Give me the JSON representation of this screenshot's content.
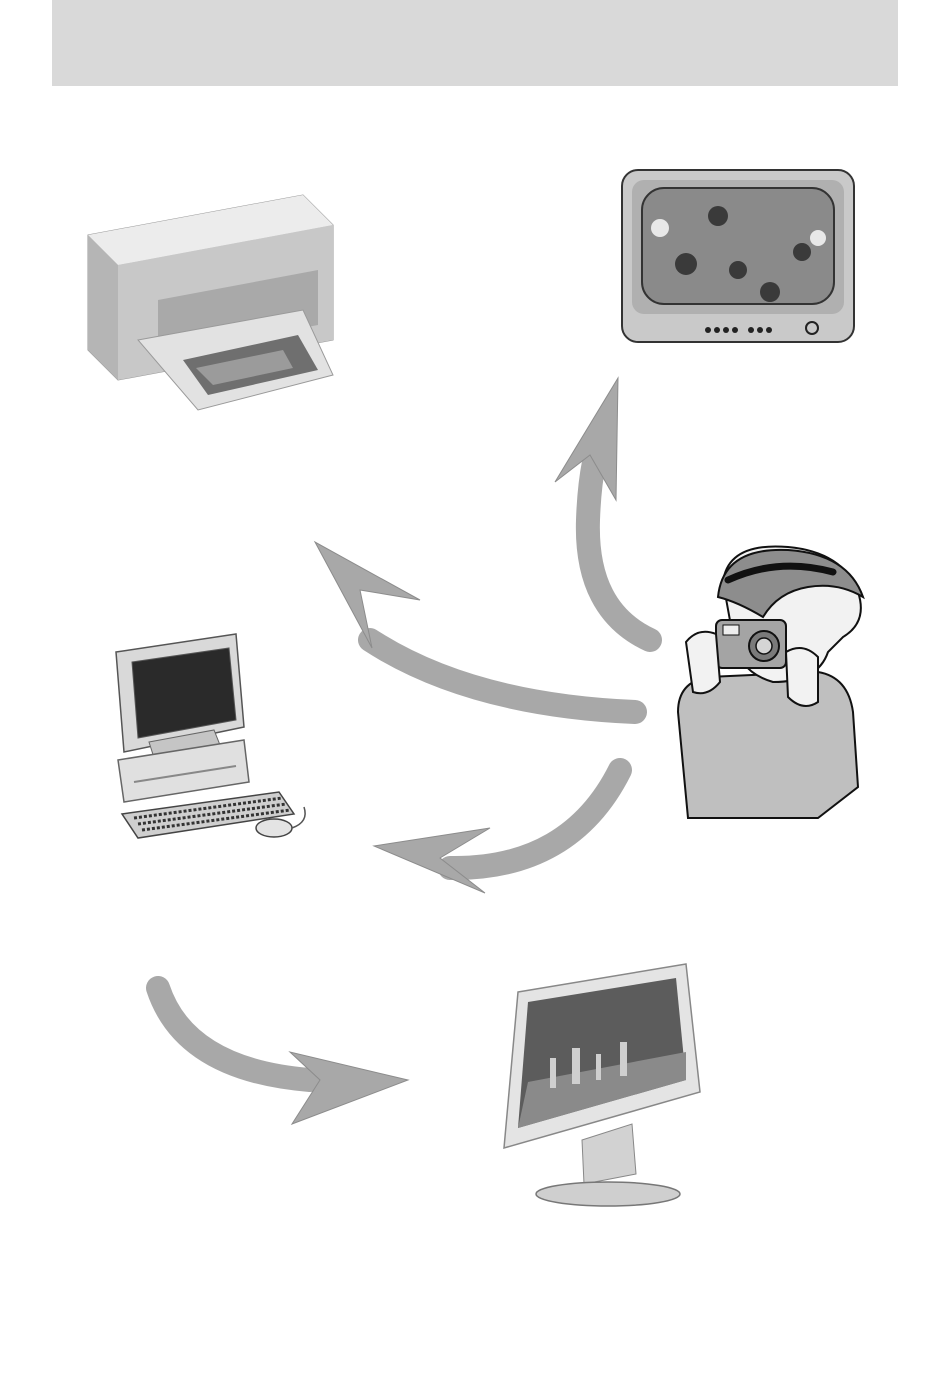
{
  "palette": {
    "header_bar": "#d9d9d9",
    "arrow": "#a8a8a8",
    "arrow_outline": "#8c8c8c",
    "device_light": "#e6e6e6",
    "device_mid": "#c4c4c4",
    "device_dark": "#8e8e8e",
    "screen_dark": "#2b2b2b",
    "outline": "#111111"
  },
  "devices": [
    {
      "id": "printer",
      "icon": "printer-icon"
    },
    {
      "id": "television",
      "icon": "tv-icon"
    },
    {
      "id": "camera-user",
      "icon": "person-with-camera-icon"
    },
    {
      "id": "desktop-computer",
      "icon": "computer-icon"
    },
    {
      "id": "lcd-monitor",
      "icon": "monitor-icon"
    }
  ],
  "connections": [
    {
      "from": "camera-user",
      "to": "television"
    },
    {
      "from": "camera-user",
      "to": "printer"
    },
    {
      "from": "camera-user",
      "to": "desktop-computer"
    },
    {
      "from": "desktop-computer",
      "to": "lcd-monitor"
    }
  ]
}
